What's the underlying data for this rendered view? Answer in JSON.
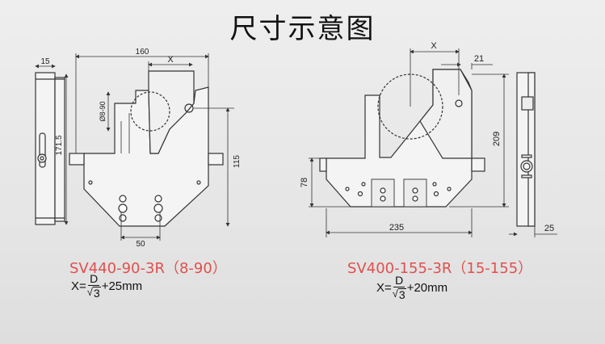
{
  "title": "尺寸示意图",
  "left": {
    "dims": {
      "overall_width": "160",
      "side_width": "15",
      "height": "171.5",
      "jaw": "X",
      "diameter": "Ø8-90",
      "right_height": "115",
      "holes": "50"
    },
    "model": "SV440-90-3R（8-90）",
    "formula": {
      "prefix": "X=",
      "numerator": "D",
      "radical": "√",
      "radicand": "3",
      "suffix": "+25mm"
    }
  },
  "right": {
    "dims": {
      "jaw": "X",
      "offset": "21",
      "height": "209",
      "base_height": "78",
      "overall_width": "235",
      "side_width": "25"
    },
    "model": "SV400-155-3R（15-155）",
    "formula": {
      "prefix": "X=",
      "numerator": "D",
      "radical": "√",
      "radicand": "3",
      "suffix": "+20mm"
    }
  }
}
